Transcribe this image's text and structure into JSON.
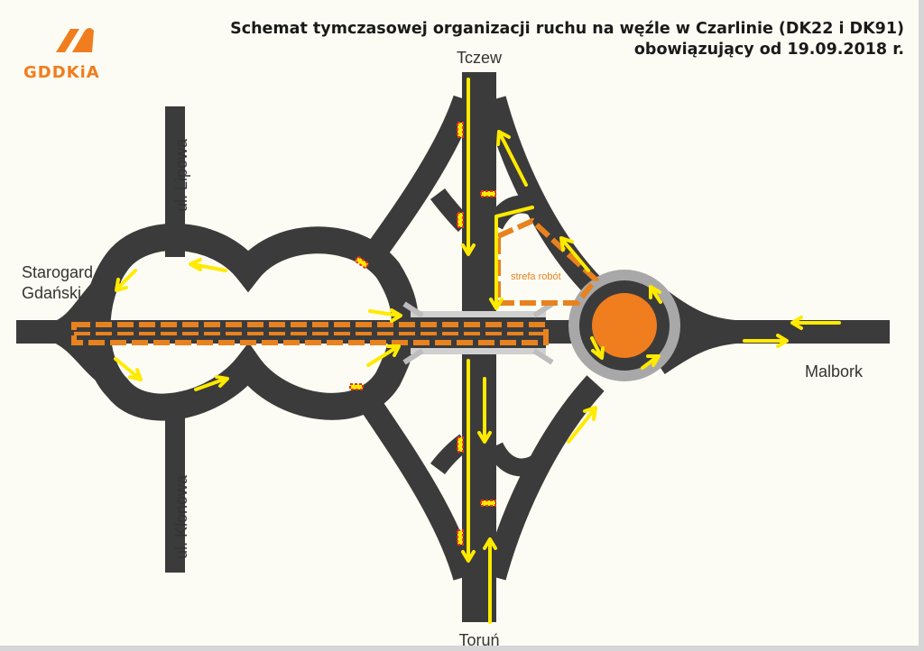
{
  "logo": {
    "text": "GDDKiA",
    "color": "#f07d1e"
  },
  "title": {
    "line1": "Schemat tymczasowej organizacji ruchu na węźle w Czarlinie (DK22 i DK91)",
    "line2": "obowiązujący od 19.09.2018 r."
  },
  "places": {
    "north": "Tczew",
    "south": "Toruń",
    "west_line1": "Starogard",
    "west_line2": "Gdański",
    "east": "Malbork",
    "lipowa": "ul. Lipowa",
    "klonowa": "ul. Klonowa"
  },
  "work_zone": {
    "label": "strefa robót"
  },
  "colors": {
    "road": "#3c3b3b",
    "arrow": "#ffea00",
    "work_zone": "#e8821e",
    "roundabout_island": "#f07d1e",
    "roundabout_ring": "#a8a8a8",
    "bridge": "#bdbdbd",
    "background": "#fdfcf4"
  }
}
